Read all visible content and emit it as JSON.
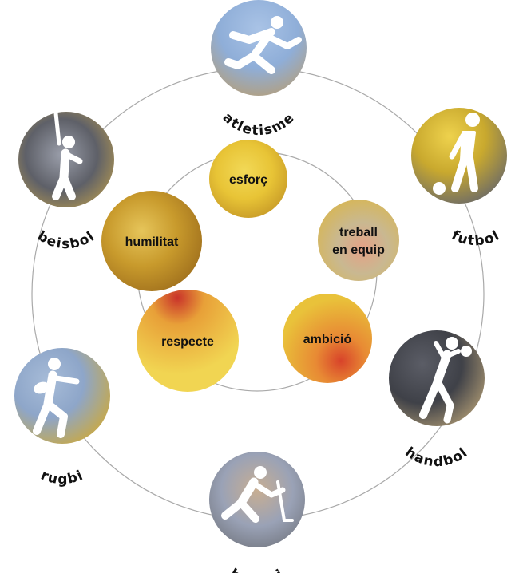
{
  "values": [
    {
      "label_lines": [
        "esforç"
      ],
      "colors": [
        "#e8c436",
        "#d7ad2f",
        "#f2d957"
      ]
    },
    {
      "label_lines": [
        "treball",
        "en equip"
      ],
      "colors": [
        "#d9b64d",
        "#c9b891",
        "#e5a186"
      ]
    },
    {
      "label_lines": [
        "ambició"
      ],
      "colors": [
        "#e9c23a",
        "#d8662e",
        "#f0d45c"
      ]
    },
    {
      "label_lines": [
        "respecte"
      ],
      "colors": [
        "#efd24a",
        "#d6532c",
        "#f3dd66"
      ]
    },
    {
      "label_lines": [
        "humilitat"
      ],
      "colors": [
        "#c89a2c",
        "#a8731e",
        "#e6c55a"
      ]
    }
  ],
  "sports": [
    {
      "label": "atletisme",
      "icon": "runner-icon",
      "colors": [
        "#8faed8",
        "#b7a784",
        "#6f6a6e"
      ]
    },
    {
      "label": "futbol",
      "icon": "footballer-icon",
      "colors": [
        "#c9a92e",
        "#7c7a74",
        "#eed24d"
      ]
    },
    {
      "label": "handbol",
      "icon": "handball-player-icon",
      "colors": [
        "#3f4148",
        "#9d8e74",
        "#c8b050"
      ]
    },
    {
      "label": "hoquei",
      "icon": "hockey-player-icon",
      "colors": [
        "#b6a08a",
        "#8a99b5",
        "#6b6e75"
      ]
    },
    {
      "label": "rugbi",
      "icon": "rugby-player-icon",
      "colors": [
        "#8ea6c9",
        "#d1b24a",
        "#75757a"
      ]
    },
    {
      "label": "beisbol",
      "icon": "baseball-batter-icon",
      "colors": [
        "#5e6068",
        "#c9a64a",
        "#9a9eaa"
      ]
    }
  ],
  "colors": {
    "ring": "#a9a9a9",
    "text": "#111111"
  }
}
